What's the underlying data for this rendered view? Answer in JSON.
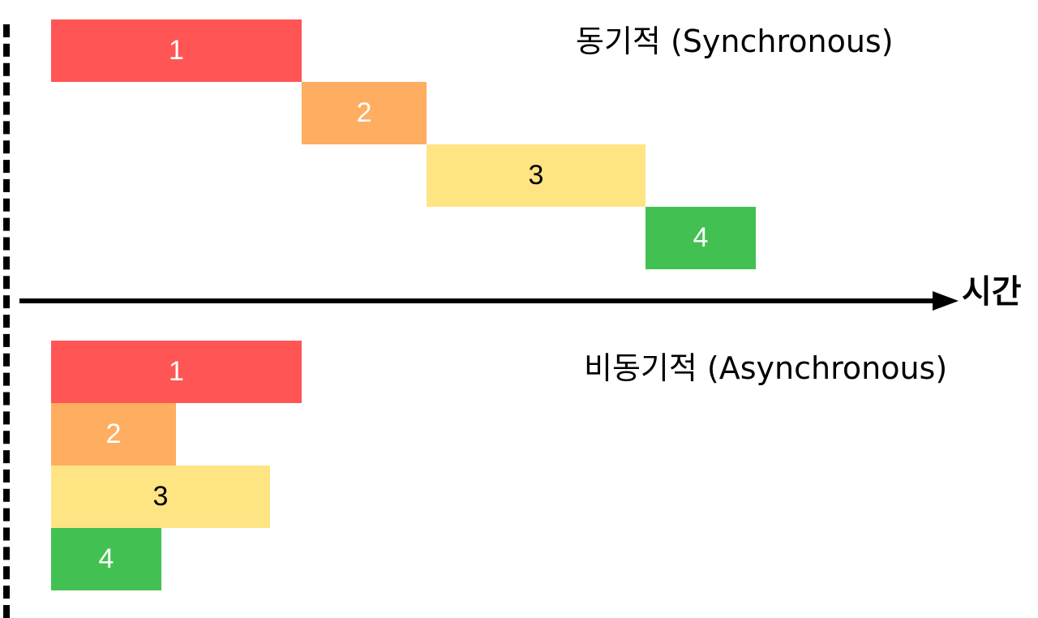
{
  "axis": {
    "label": "시간"
  },
  "sync": {
    "title": "동기적 (Synchronous)",
    "tasks": [
      {
        "label": "1",
        "color": "#FF5555",
        "text_color": "#FFFFFF"
      },
      {
        "label": "2",
        "color": "#FFAD60",
        "text_color": "#FFFFFF"
      },
      {
        "label": "3",
        "color": "#FFE484",
        "text_color": "#000000"
      },
      {
        "label": "4",
        "color": "#42C152",
        "text_color": "#FFFFFF"
      }
    ]
  },
  "async": {
    "title": "비동기적 (Asynchronous)",
    "tasks": [
      {
        "label": "1",
        "color": "#FF5555",
        "text_color": "#FFFFFF"
      },
      {
        "label": "2",
        "color": "#FFAD60",
        "text_color": "#FFFFFF"
      },
      {
        "label": "3",
        "color": "#FFE484",
        "text_color": "#000000"
      },
      {
        "label": "4",
        "color": "#42C152",
        "text_color": "#FFFFFF"
      }
    ]
  }
}
